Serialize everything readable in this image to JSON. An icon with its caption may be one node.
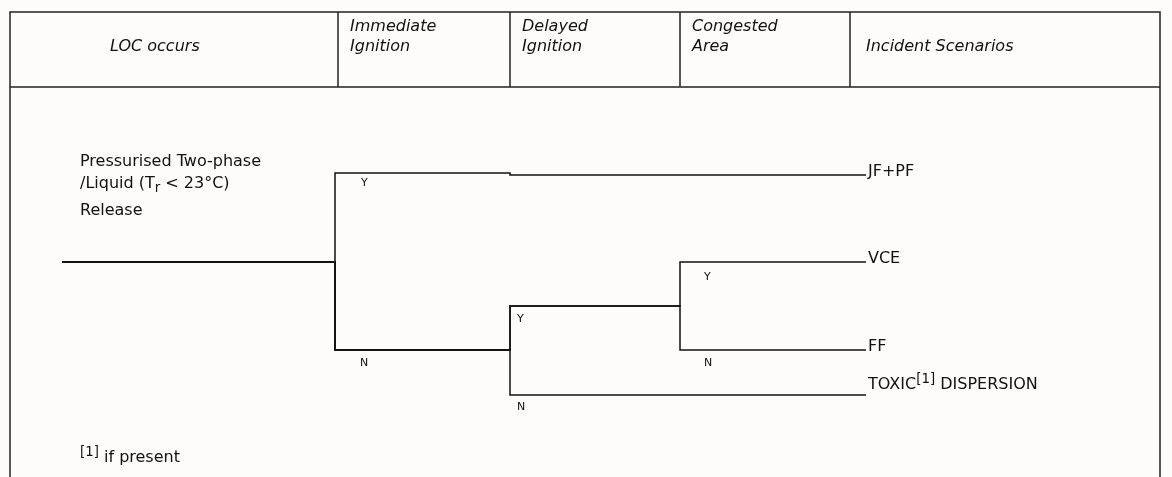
{
  "diagram": {
    "nodes": [
      {
        "text": [
          "Pressurised Two-phase /Liquid (T$_{r}$ < 23°C) Release"
        ]
      },
      {
        "text": [
          "JF+PF"
        ]
      },
      {
        "text": [
          "VCE"
        ]
      },
      {
        "text": [
          "FF"
        ]
      },
      {
        "text": [
          "TOXIC$^{[1]}$ DISPERSION"
        ]
      }
    ],
    "edges": [
      {
        "from": 0,
        "to": 1,
        "arrow": "none"
      },
      {
        "from": 0,
        "to": 2,
        "arrow": "none"
      },
      {
        "from": 0,
        "to": 3,
        "arrow": "none"
      },
      {
        "from": 0,
        "to": 4,
        "arrow": "none"
      }
    ],
    "labels": [
      "LOC occurs",
      "Immediate Ignition",
      "Delayed Ignition",
      "Congested Area",
      "Incident Scenarios",
      "Y",
      "Y",
      "Y",
      "N",
      "N",
      "N",
      "$^{[1]}$ if present"
    ]
  }
}
